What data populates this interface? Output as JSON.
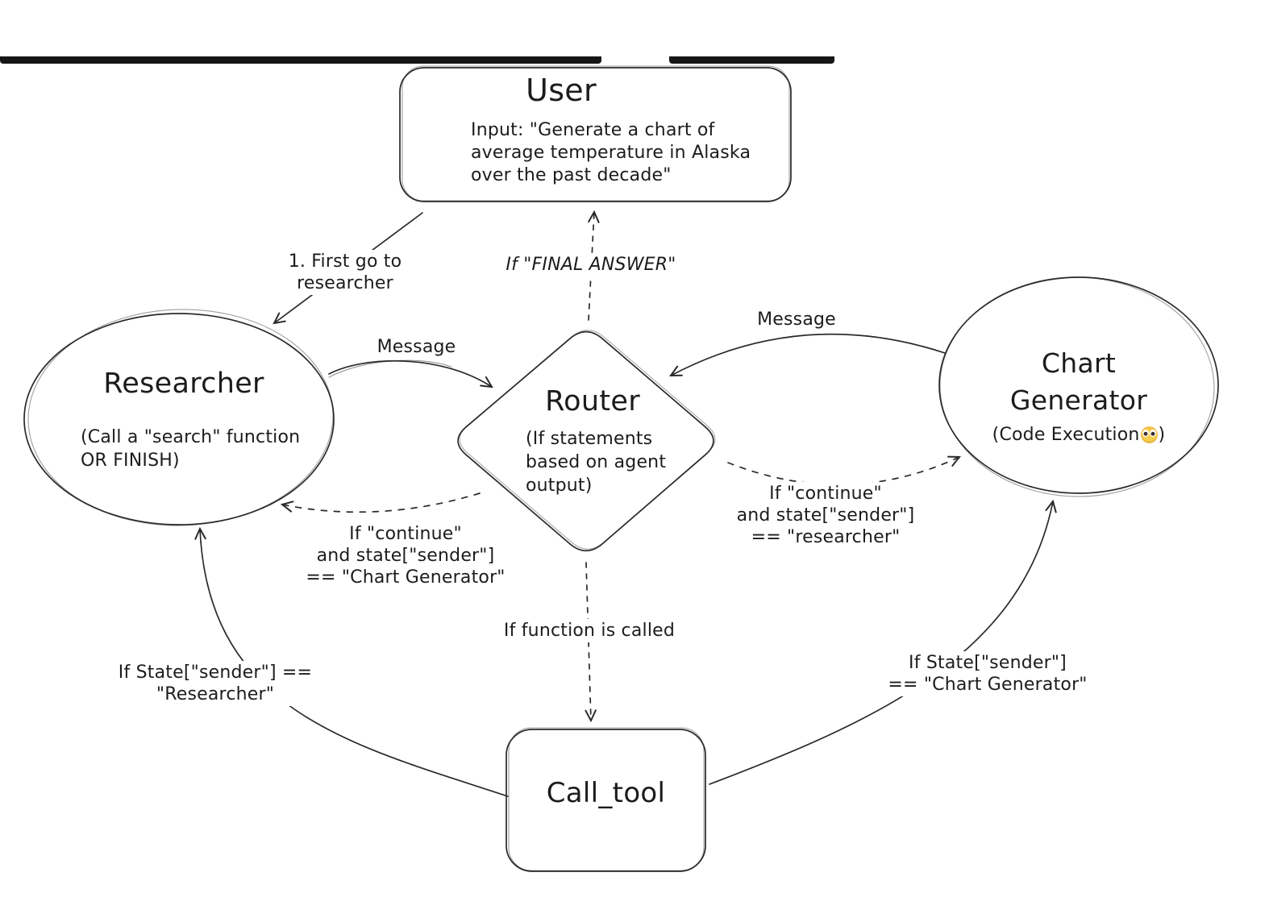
{
  "canvas": {
    "background": "#ffffff",
    "stroke_color": "#2a2a2a",
    "text_color": "#1c1c1c"
  },
  "nodes": {
    "user": {
      "title": "User",
      "body": "Input: \"Generate a chart of\naverage temperature in Alaska\nover the past decade\""
    },
    "researcher": {
      "title": "Researcher",
      "body": "(Call a \"search\" function\nOR FINISH)"
    },
    "router": {
      "title": "Router",
      "body": "(If statements\n based on agent\noutput)"
    },
    "chart_generator": {
      "title": "Chart\nGenerator",
      "body_prefix": "(Code Execution",
      "emoji": "😳",
      "body_suffix": ")"
    },
    "call_tool": {
      "title": "Call_tool"
    }
  },
  "labels": {
    "first_go": "1. First go to\nresearcher",
    "final_answer": "If \"FINAL ANSWER\"",
    "message_left": "Message",
    "message_right": "Message",
    "continue_researcher": "If \"continue\"\nand state[\"sender\"]\n== \"researcher\"",
    "continue_chart_generator": "If \"continue\"\nand state[\"sender\"]\n== \"Chart Generator\"",
    "function_called": "If function is called",
    "sender_researcher": "If State[\"sender\"] ==\n\"Researcher\"",
    "sender_chart_generator": "If State[\"sender\"]\n== \"Chart Generator\""
  }
}
